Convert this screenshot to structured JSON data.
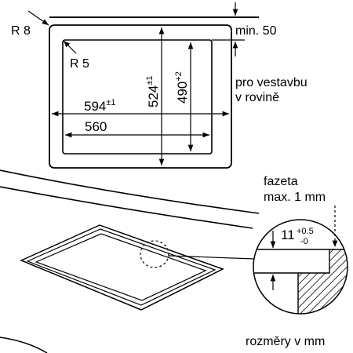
{
  "top_view": {
    "outer_radius": "R 8",
    "inner_radius": "R 5",
    "min_label": "min. 50",
    "width_outer": "594",
    "width_outer_tol": "±1",
    "width_inner": "560",
    "height_outer": "524",
    "height_outer_tol": "±1",
    "height_inner": "490",
    "height_inner_tol": "+2",
    "note_line1": "pro vestavbu",
    "note_line2": "v rovině"
  },
  "detail": {
    "bevel_line1": "fazeta",
    "bevel_line2": "max. 1 mm",
    "depth": "11",
    "depth_tol_upper": "+0.5",
    "depth_tol_lower": "-0"
  },
  "units_note": "rozměry v mm"
}
